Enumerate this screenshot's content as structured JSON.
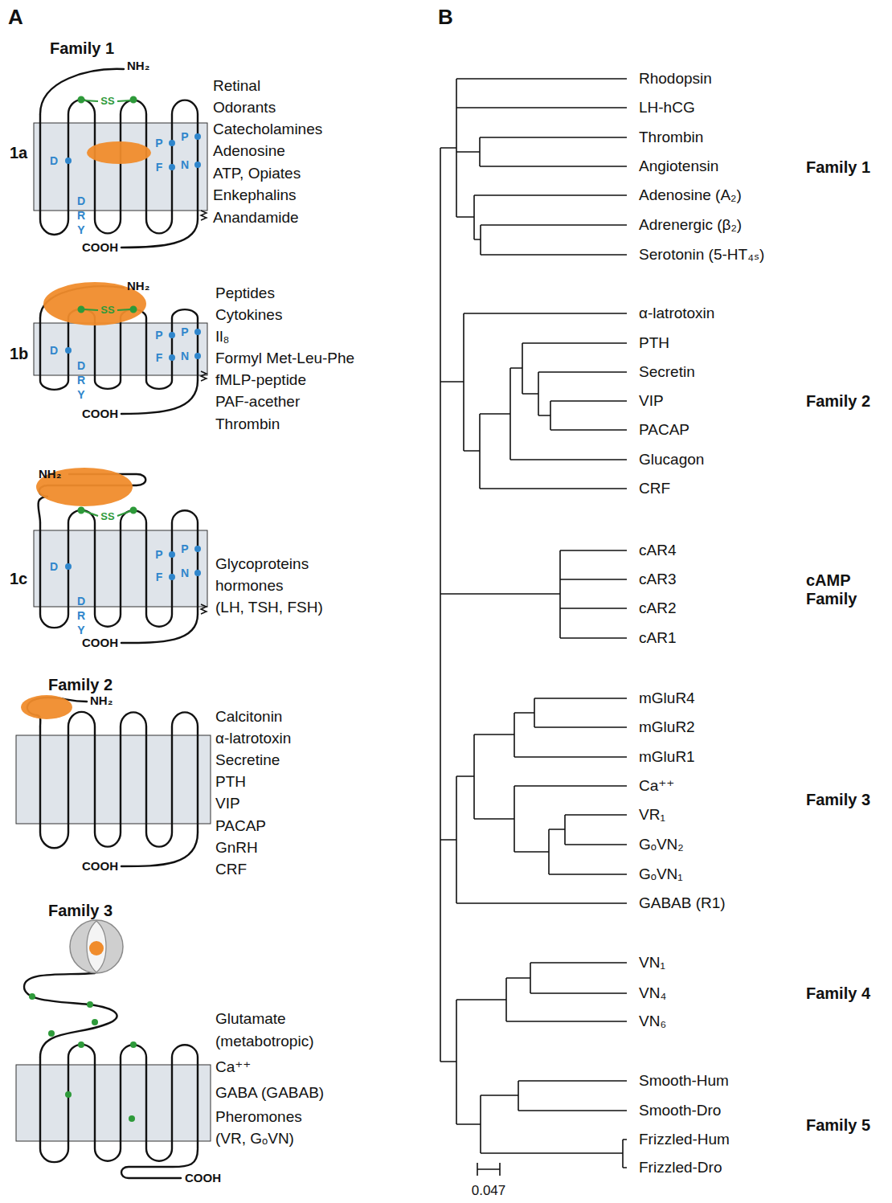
{
  "diagram": {
    "labels": [
      "A",
      "Family 1",
      "1a",
      "Retinal",
      "Odorants",
      "Catecholamines",
      "Adenosine",
      "ATP, Opiates",
      "Enkephalins",
      "Anandamide",
      "NH₂",
      "SS",
      "D",
      "D",
      "R",
      "Y",
      "P",
      "F",
      "P",
      "N",
      "COOH",
      "1b",
      "Peptides",
      "Cytokines",
      "Il₈",
      "Formyl Met-Leu-Phe",
      "fMLP-peptide",
      "PAF-acether",
      "Thrombin",
      "NH₂",
      "SS",
      "D",
      "D",
      "R",
      "Y",
      "P",
      "F",
      "P",
      "N",
      "COOH",
      "1c",
      "Glycoproteins",
      "hormones",
      "(LH, TSH, FSH)",
      "NH₂",
      "SS",
      "D",
      "D",
      "R",
      "Y",
      "P",
      "F",
      "P",
      "N",
      "COOH",
      "Family 2",
      "Calcitonin",
      "α-latrotoxin",
      "Secretine",
      "PTH",
      "VIP",
      "PACAP",
      "GnRH",
      "CRF",
      "NH₂",
      "COOH",
      "Family 3",
      "Glutamate",
      "(metabotropic)",
      "Ca⁺⁺",
      "GABA (GABAB)",
      "Pheromones",
      "(VR, GₒVN)",
      "COOH",
      "B",
      "Rhodopsin",
      "LH-hCG",
      "Thrombin",
      "Angiotensin",
      "Adenosine (A₂)",
      "Adrenergic (β₂)",
      "Serotonin (5-HT₄ₛ)",
      "Family 1",
      "α-latrotoxin",
      "PTH",
      "Secretin",
      "VIP",
      "PACAP",
      "Glucagon",
      "CRF",
      "Family 2",
      "cAR4",
      "cAR3",
      "cAR2",
      "cAR1",
      "cAMP Family",
      "mGluR4",
      "mGluR2",
      "mGluR1",
      "Ca⁺⁺",
      "VR₁",
      "GₒVN₂",
      "GₒVN₁",
      "GABAB (R1)",
      "Family 3",
      "VN₁",
      "VN₄",
      "VN₆",
      "Family 4",
      "Smooth-Hum",
      "Smooth-Dro",
      "Frizzled-Hum",
      "Frizzled-Dro",
      "Family 5",
      "0.047"
    ]
  }
}
